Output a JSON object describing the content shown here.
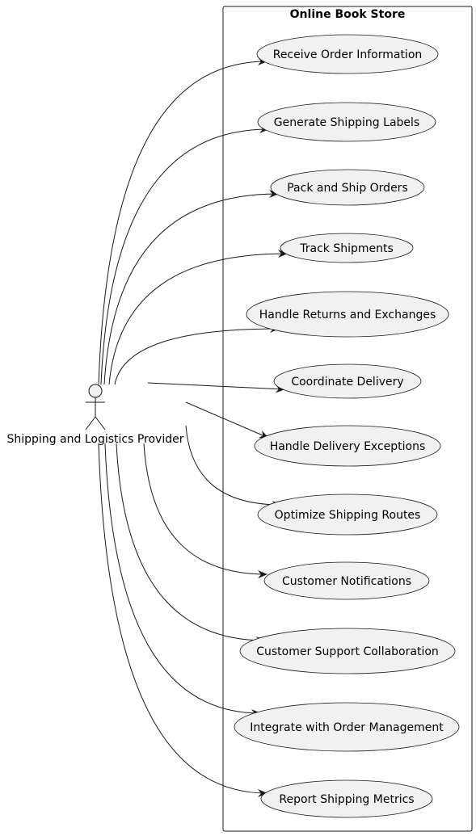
{
  "system": {
    "title": "Online Book Store"
  },
  "actor": {
    "name": "Shipping and Logistics Provider"
  },
  "use_cases": [
    "Receive Order Information",
    "Generate Shipping Labels",
    "Pack and Ship Orders",
    "Track Shipments",
    "Handle Returns and Exchanges",
    "Coordinate Delivery",
    "Handle Delivery Exceptions",
    "Optimize Shipping Routes",
    "Customer Notifications",
    "Customer Support Collaboration",
    "Integrate with Order Management",
    "Report Shipping Metrics"
  ],
  "colors": {
    "use_case_fill": "#f1f1f1",
    "stroke": "#181818",
    "boundary_fill": "#ffffff"
  }
}
